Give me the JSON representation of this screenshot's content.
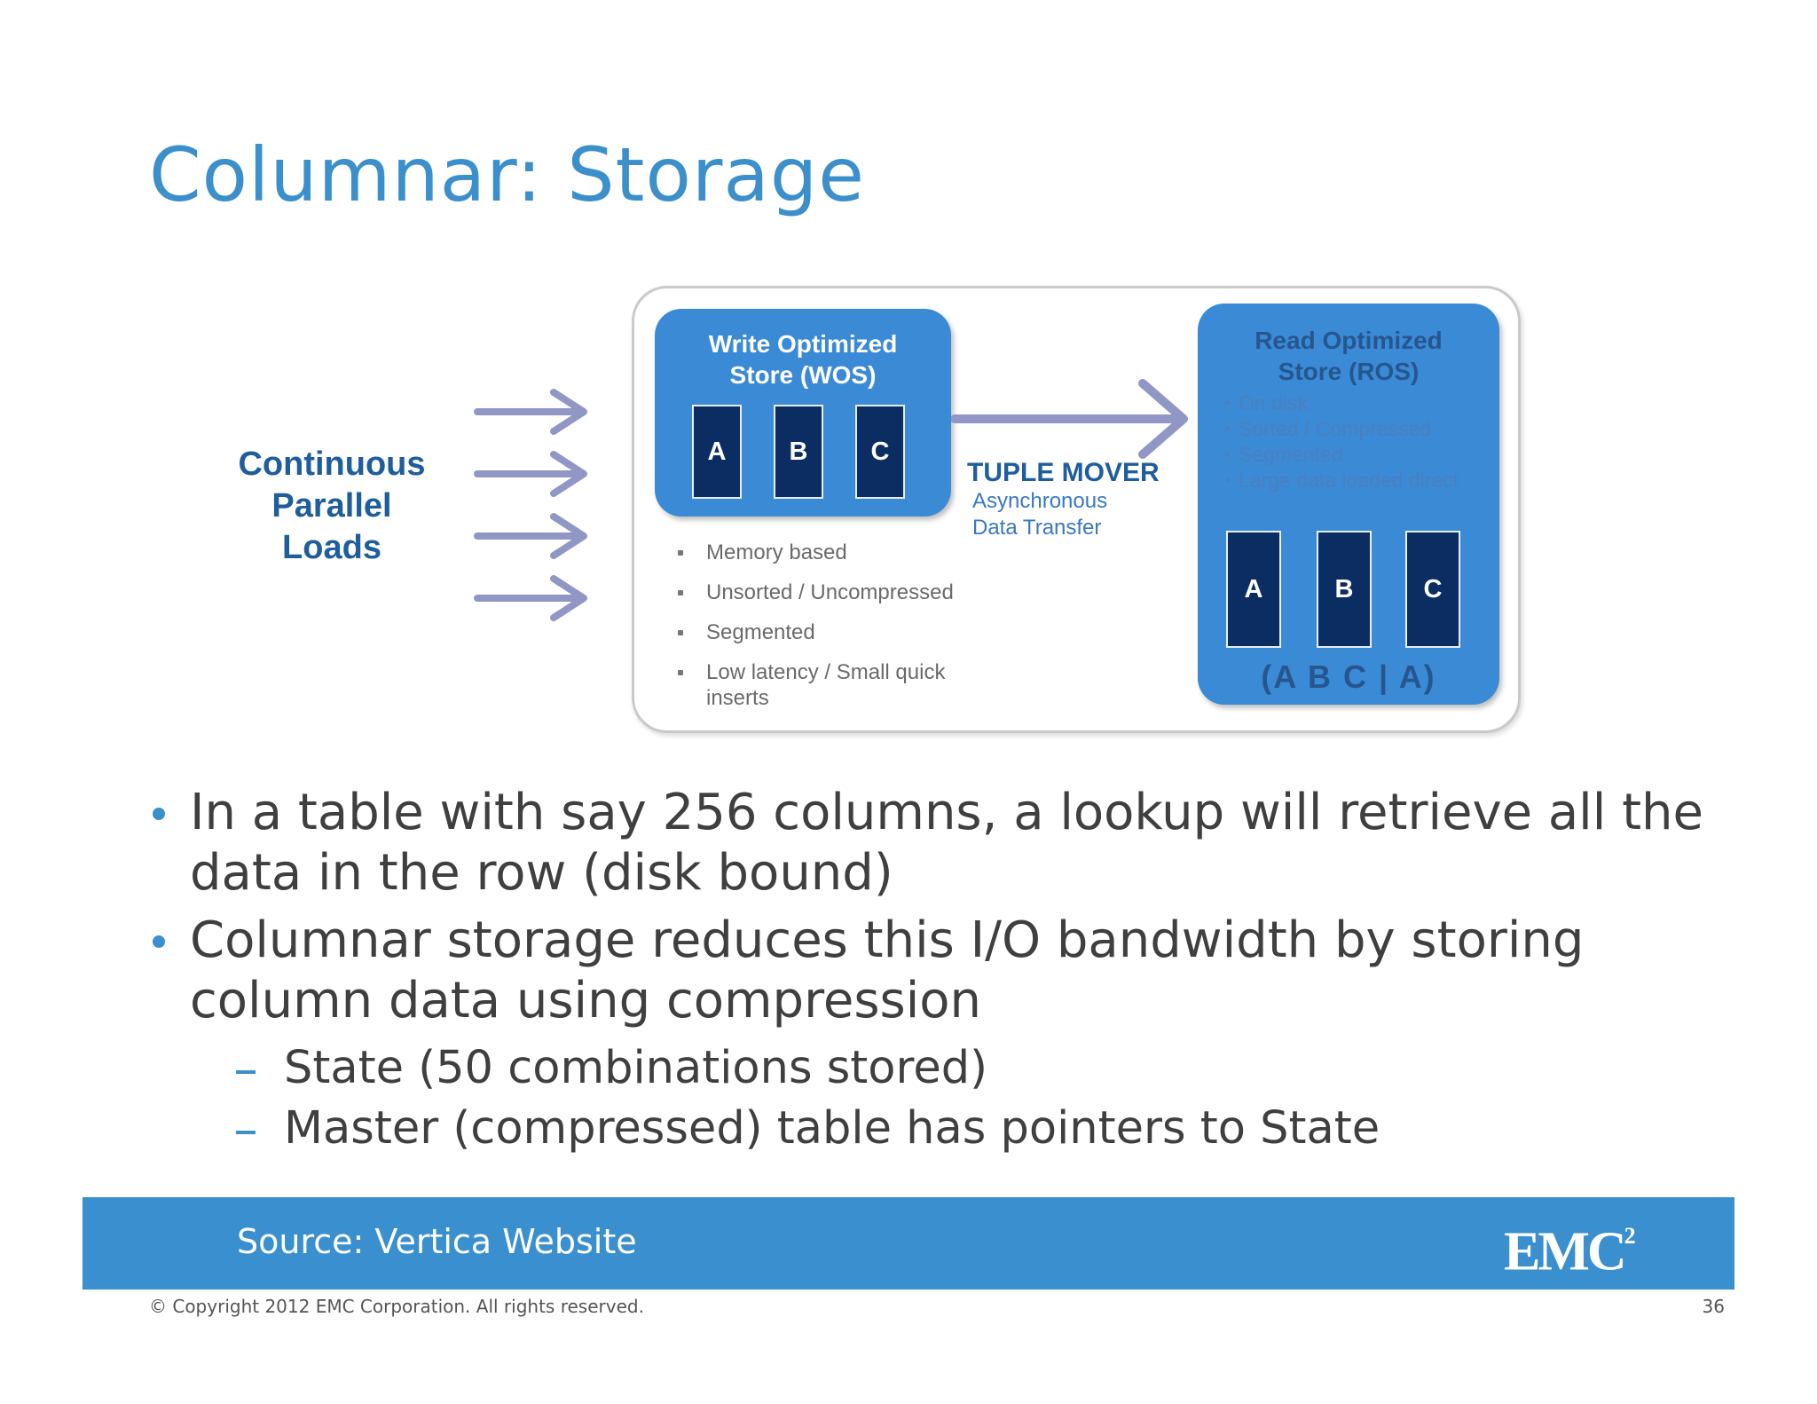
{
  "slide": {
    "title": "Columnar: Storage",
    "page_number": "36"
  },
  "diagram": {
    "loads_label": [
      "Continuous",
      "Parallel",
      "Loads"
    ],
    "wos": {
      "title": [
        "Write Optimized",
        "Store (WOS)"
      ],
      "columns": [
        "A",
        "B",
        "C"
      ],
      "bullets": [
        "Memory based",
        "Unsorted / Uncompressed",
        "Segmented",
        "Low latency / Small quick inserts"
      ]
    },
    "tuple_mover": {
      "title": "TUPLE MOVER",
      "subtitle": [
        "Asynchronous",
        "Data Transfer"
      ]
    },
    "ros": {
      "title": [
        "Read Optimized",
        "Store (ROS)"
      ],
      "bullets": [
        "On disk",
        "Sorted / Compressed",
        "Segmented",
        "Large data loaded direct"
      ],
      "columns": [
        "A",
        "B",
        "C"
      ],
      "footer": "(A B C | A)"
    },
    "colors": {
      "store_blue": "#3a8ad6",
      "column_navy": "#0c2d61",
      "arrow_gray": "#9097c4",
      "label_blue": "#1f5e9c"
    }
  },
  "bullets": [
    {
      "level": 1,
      "text": "In a table with say 256 columns, a lookup will retrieve all the data in the row (disk bound)"
    },
    {
      "level": 1,
      "text": "Columnar storage reduces this I/O bandwidth by storing column data using compression"
    },
    {
      "level": 2,
      "text": "State (50 combinations stored)"
    },
    {
      "level": 2,
      "text": "Master (compressed) table has pointers to State"
    }
  ],
  "footer": {
    "source": "Source:  Vertica Website",
    "logo_text": "EMC",
    "logo_superscript": "2",
    "copyright": "© Copyright 2012 EMC Corporation. All rights reserved.",
    "bar_color": "#3a8fcf"
  },
  "theme": {
    "title_color": "#3b8fcb",
    "body_text_color": "#3f3f3f"
  }
}
